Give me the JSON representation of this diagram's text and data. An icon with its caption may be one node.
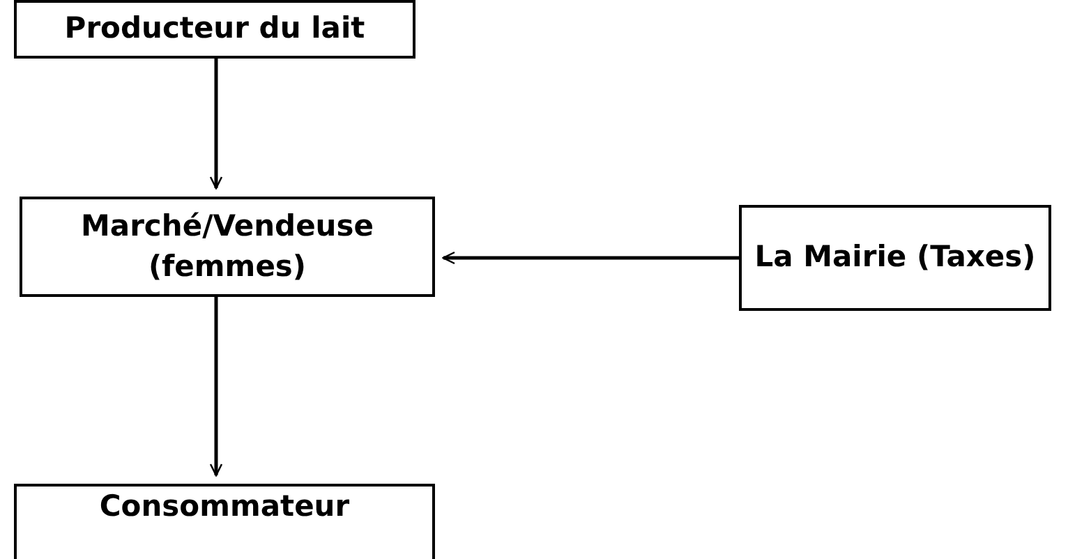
{
  "diagram": {
    "nodes": [
      {
        "text": [
          "Producteur du lait"
        ]
      },
      {
        "text": [
          "Marché/Vendeuse (femmes)"
        ]
      },
      {
        "text": [
          "La Mairie (Taxes)"
        ]
      },
      {
        "text": [
          "Consommateur"
        ]
      }
    ],
    "edges": [
      {
        "from": 0,
        "to": 1,
        "arrow": "to"
      },
      {
        "from": 2,
        "to": 1,
        "arrow": "to"
      },
      {
        "from": 1,
        "to": 3,
        "arrow": "to"
      }
    ]
  }
}
